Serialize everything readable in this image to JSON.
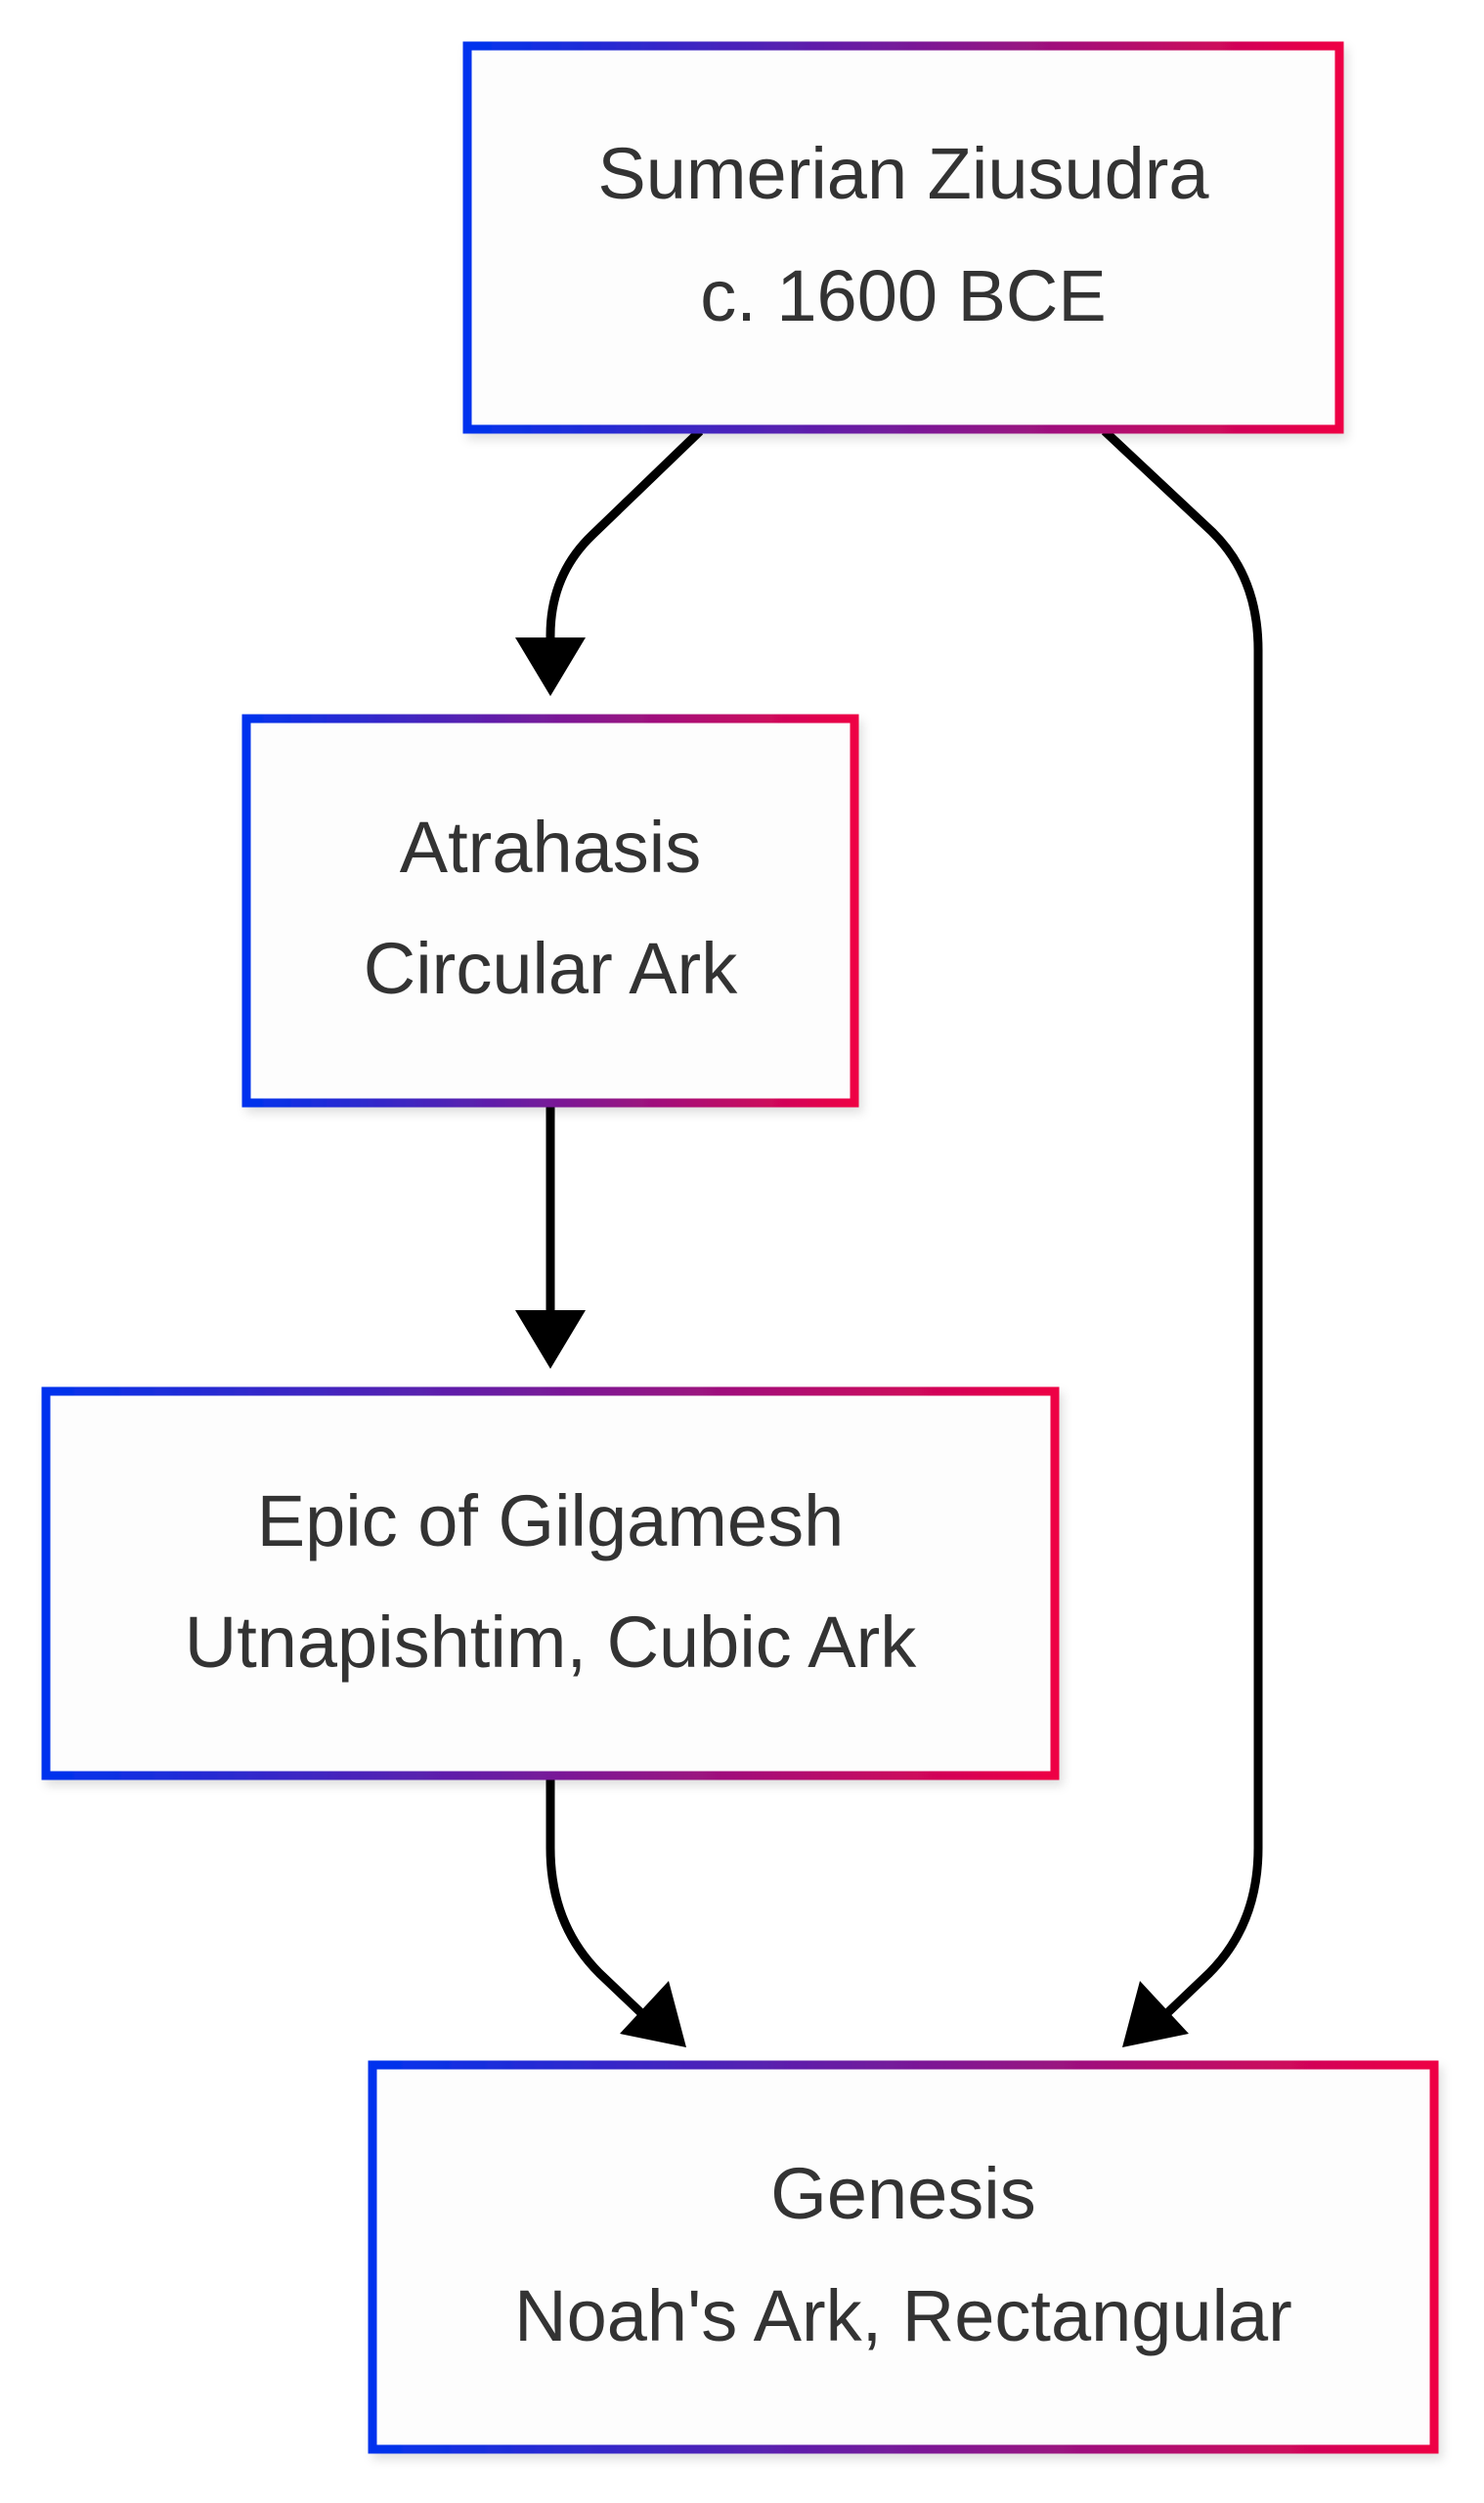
{
  "diagram": {
    "type": "flowchart",
    "colors": {
      "border_gradient_start": "#0033ee",
      "border_gradient_end": "#ee0044",
      "node_fill": "#fdfdfd",
      "text": "#333333",
      "edge": "#000000"
    },
    "nodes": [
      {
        "id": "ziusudra",
        "lines": [
          "Sumerian Ziusudra",
          "c. 1600 BCE"
        ]
      },
      {
        "id": "atrahasis",
        "lines": [
          "Atrahasis",
          "Circular Ark"
        ]
      },
      {
        "id": "gilgamesh",
        "lines": [
          "Epic of Gilgamesh",
          "Utnapishtim, Cubic Ark"
        ]
      },
      {
        "id": "genesis",
        "lines": [
          "Genesis",
          "Noah's Ark, Rectangular"
        ]
      }
    ],
    "edges": [
      {
        "from": "ziusudra",
        "to": "atrahasis"
      },
      {
        "from": "ziusudra",
        "to": "genesis"
      },
      {
        "from": "atrahasis",
        "to": "gilgamesh"
      },
      {
        "from": "gilgamesh",
        "to": "genesis"
      }
    ]
  }
}
